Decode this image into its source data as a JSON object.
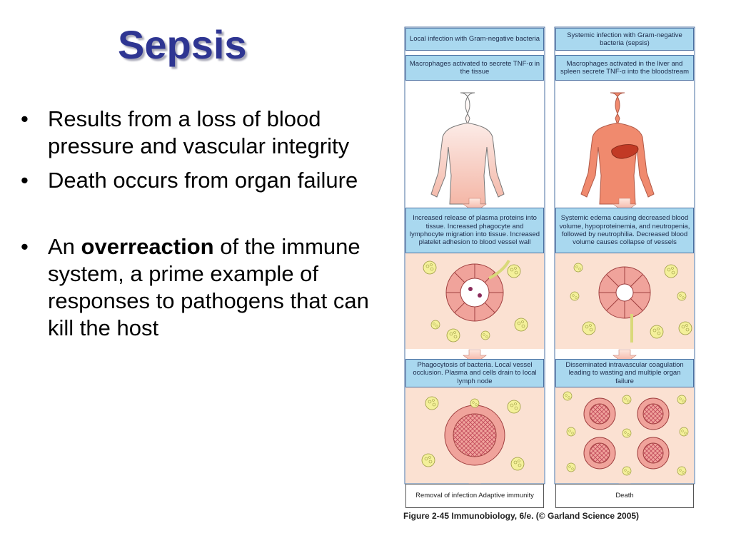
{
  "slide": {
    "title": "Sepsis",
    "bullets": [
      {
        "text": "Results from a loss of blood pressure and vascular integrity"
      },
      {
        "text": "Death occurs from organ failure"
      },
      {
        "before": "An ",
        "bold": "overreaction",
        "after": " of the immune system, a prime example of responses to pathogens that can kill the host"
      }
    ]
  },
  "figure": {
    "left": {
      "header": "Local infection with Gram-negative bacteria",
      "step1": "Macrophages activated to secrete TNF-α in the tissue",
      "step2": "Increased release of plasma proteins into tissue. Increased phagocyte and lymphocyte migration into tissue. Increased platelet adhesion to blood vessel wall",
      "step3": "Phagocytosis of bacteria. Local vessel occlusion. Plasma and cells drain to local lymph node",
      "result": "Removal of infection Adaptive immunity"
    },
    "right": {
      "header": "Systemic infection with Gram-negative bacteria (sepsis)",
      "step1": "Macrophages activated in the liver and spleen secrete TNF-α into the bloodstream",
      "step2": "Systemic edema causing decreased blood volume, hypoproteinemia, and neutropenia, followed by neutrophilia. Decreased blood volume causes collapse of vessels",
      "step3": "Disseminated intravascular coagulation leading to wasting and multiple organ failure",
      "result": "Death"
    },
    "caption": "Figure 2-45  Immunobiology, 6/e. (© Garland Science 2005)"
  },
  "colors": {
    "title": "#2e3592",
    "box_blue": "#a9d8ef",
    "panel_peach": "#fbe1d2",
    "vessel_pink": "#f0a39b",
    "cell_yellow": "#f4f09a"
  }
}
